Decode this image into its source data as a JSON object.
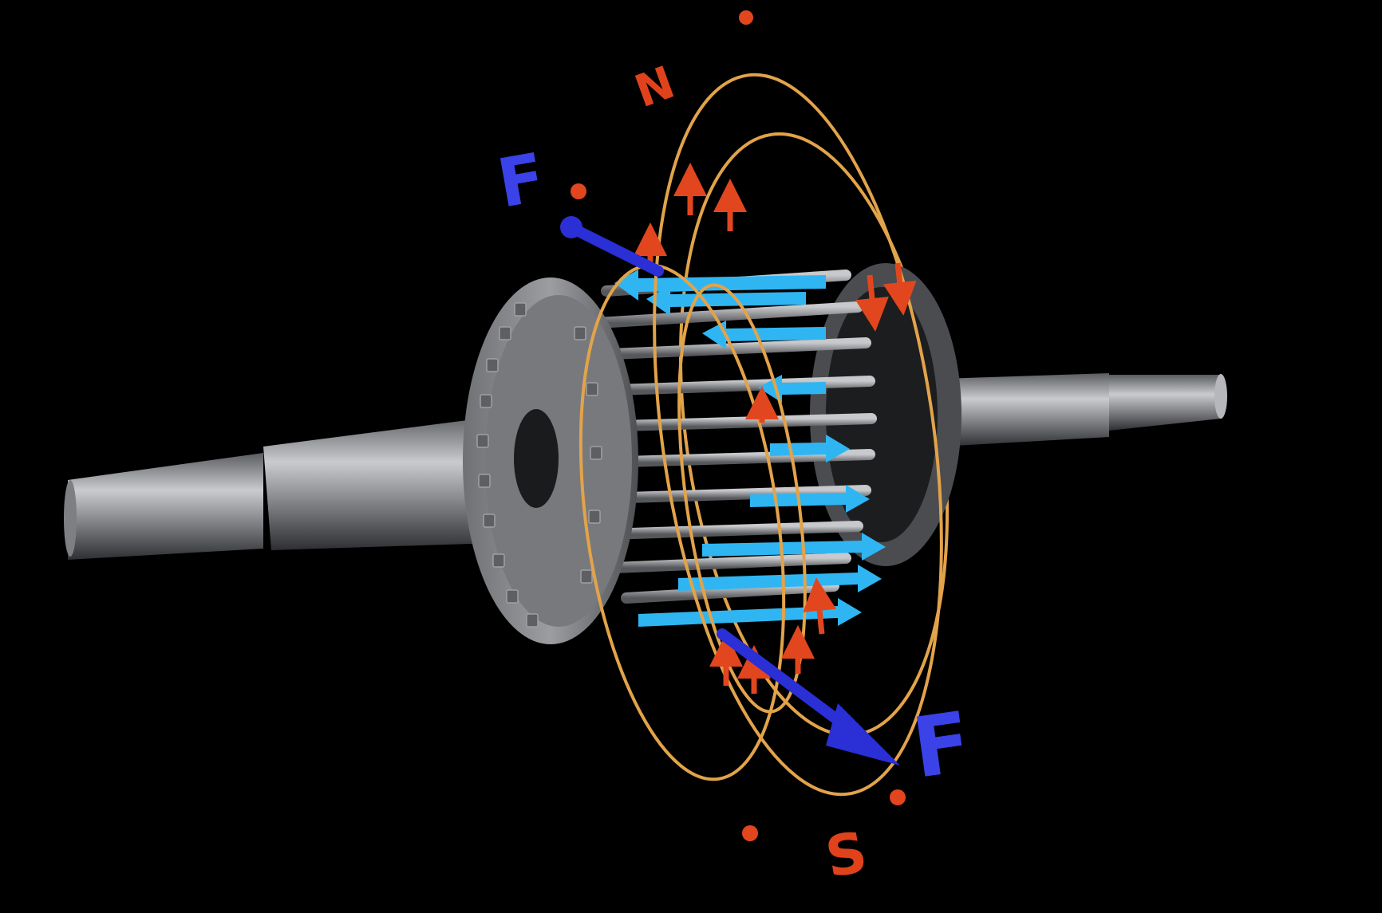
{
  "labels": {
    "north_pole": "N",
    "south_pole": "S",
    "force_top": "F",
    "force_bottom": "F"
  },
  "colors": {
    "background": "#000000",
    "field_line": "#e2a34a",
    "field_arrow": "#e2461f",
    "current_arrow": "#2fb6f2",
    "force_vector": "#2a2fd6",
    "pole_label": "#e0421c",
    "force_label": "#3a42e8",
    "metal": "#8a8c90"
  },
  "icons": {
    "shaft": "rotor-shaft-icon",
    "cage": "squirrel-cage-rotor-icon",
    "field": "magnetic-field-line-icon",
    "current": "current-arrow-icon",
    "force": "force-vector-icon"
  }
}
